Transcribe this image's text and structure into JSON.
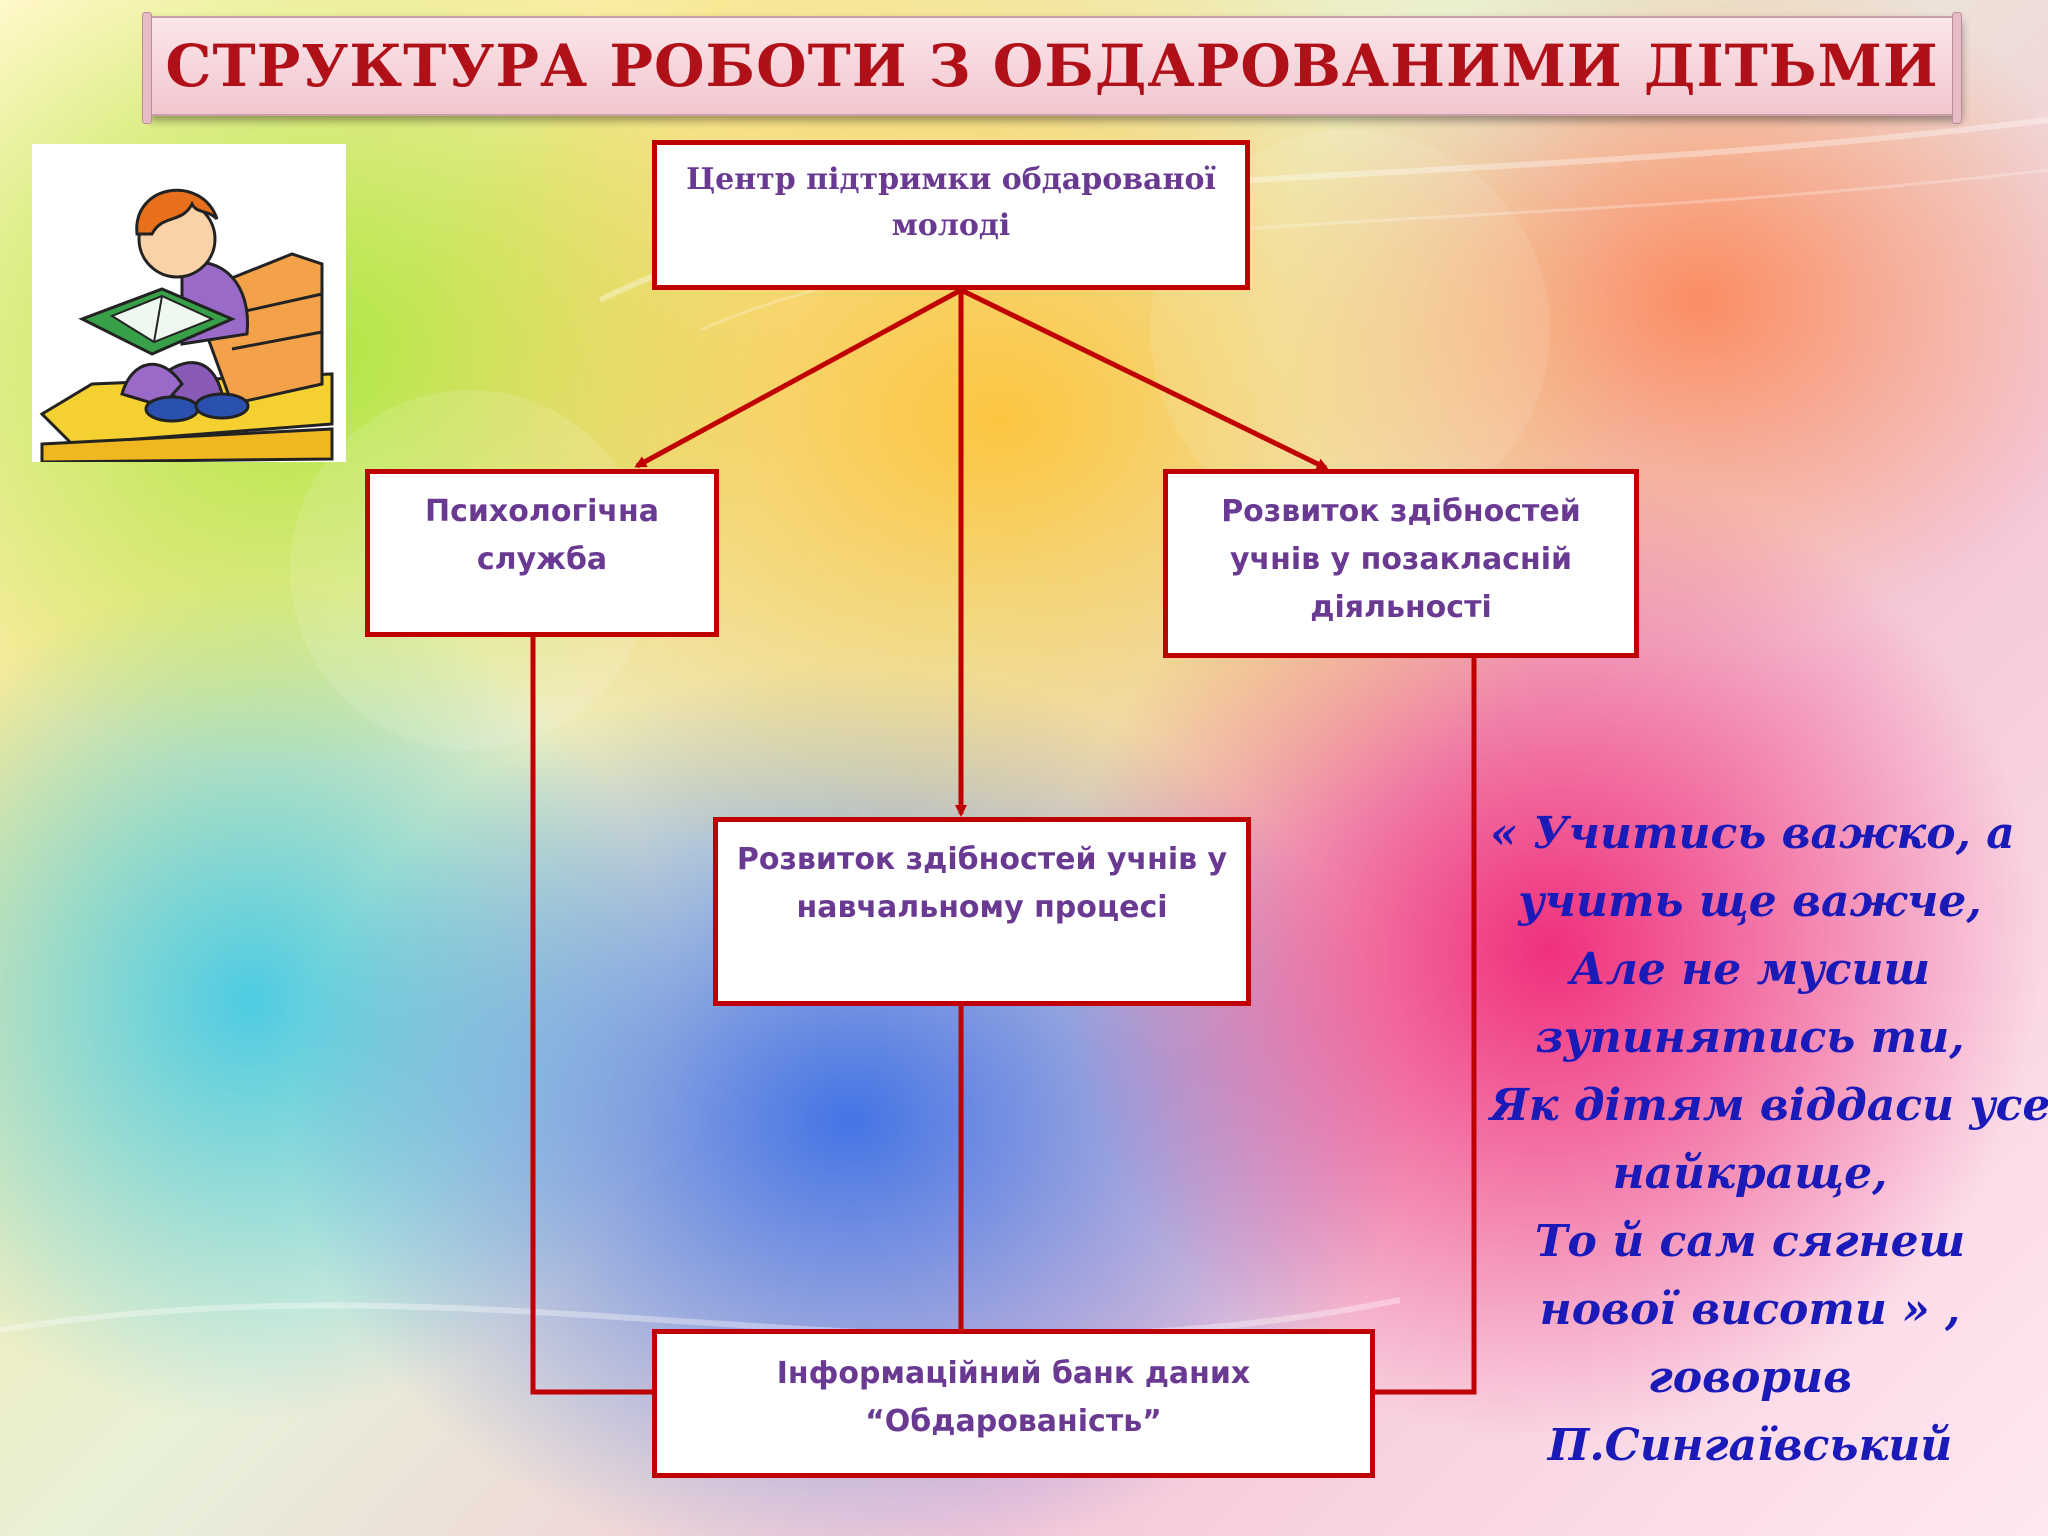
{
  "title": "СТРУКТУРА РОБОТИ З ОБДАРОВАНИМИ ДІТЬМИ",
  "boxes": {
    "center": {
      "lines": [
        "Центр підтримки обдарованої",
        "молоді"
      ]
    },
    "psych": {
      "lines": [
        "Психологічна",
        "служба"
      ]
    },
    "extracurricular": {
      "lines": [
        "Розвиток здібностей",
        "учнів у позакласній",
        "діяльності"
      ]
    },
    "learning": {
      "lines": [
        "Розвиток здібностей учнів у",
        "навчальному процесі"
      ]
    },
    "databank": {
      "lines": [
        "Інформаційний банк даних",
        "“Обдарованість”"
      ]
    }
  },
  "quote": {
    "lines": [
      "« Учитись важко, а",
      "учить ще важче,",
      "Але не мусиш",
      "зупинятись ти,",
      "Як дітям віддаси усе",
      "найкраще,",
      "То й сам сягнеш",
      "нової висоти » ,",
      "говорив",
      "П.Сингаївський"
    ]
  },
  "colors": {
    "title": "#b01018",
    "box_border": "#c00000",
    "box_text": "#6a3a92",
    "connector": "#c00000",
    "quote": "#1a1ab8"
  },
  "illustration": "boy-reading-book-clipart"
}
